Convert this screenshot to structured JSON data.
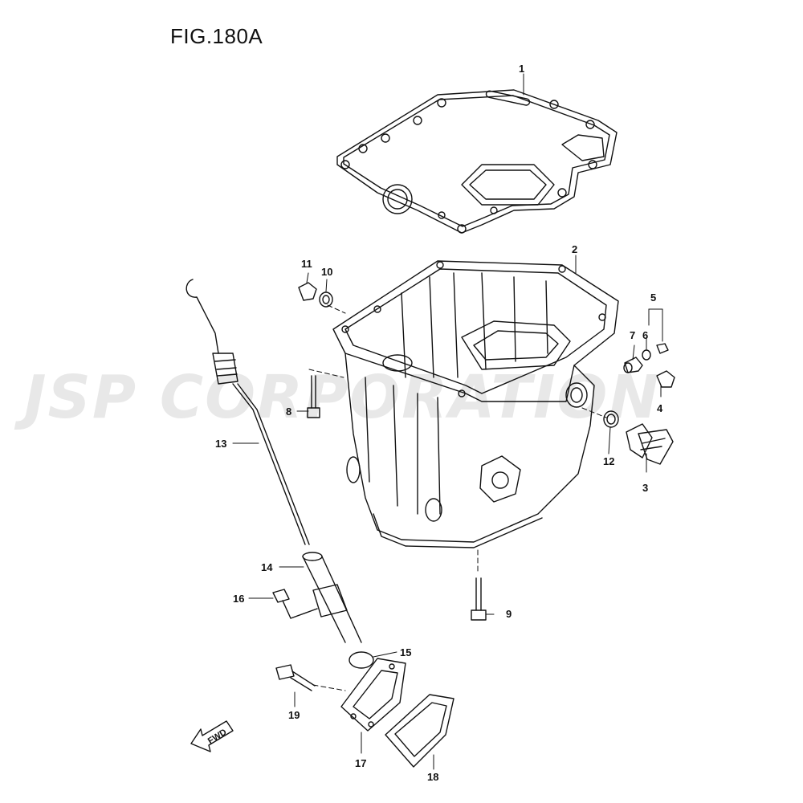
{
  "figure": {
    "title": "FIG.180A",
    "watermark": "JSP CORPORATION",
    "fwd_label": "FWD"
  },
  "callouts": [
    {
      "id": "1",
      "label": "1"
    },
    {
      "id": "2",
      "label": "2"
    },
    {
      "id": "3",
      "label": "3"
    },
    {
      "id": "4",
      "label": "4"
    },
    {
      "id": "5",
      "label": "5"
    },
    {
      "id": "6",
      "label": "6"
    },
    {
      "id": "7",
      "label": "7"
    },
    {
      "id": "8",
      "label": "8"
    },
    {
      "id": "9",
      "label": "9"
    },
    {
      "id": "10",
      "label": "10"
    },
    {
      "id": "11",
      "label": "11"
    },
    {
      "id": "12",
      "label": "12"
    },
    {
      "id": "13",
      "label": "13"
    },
    {
      "id": "14",
      "label": "14"
    },
    {
      "id": "15",
      "label": "15"
    },
    {
      "id": "16",
      "label": "16"
    },
    {
      "id": "17",
      "label": "17"
    },
    {
      "id": "18",
      "label": "18"
    },
    {
      "id": "19",
      "label": "19"
    }
  ]
}
